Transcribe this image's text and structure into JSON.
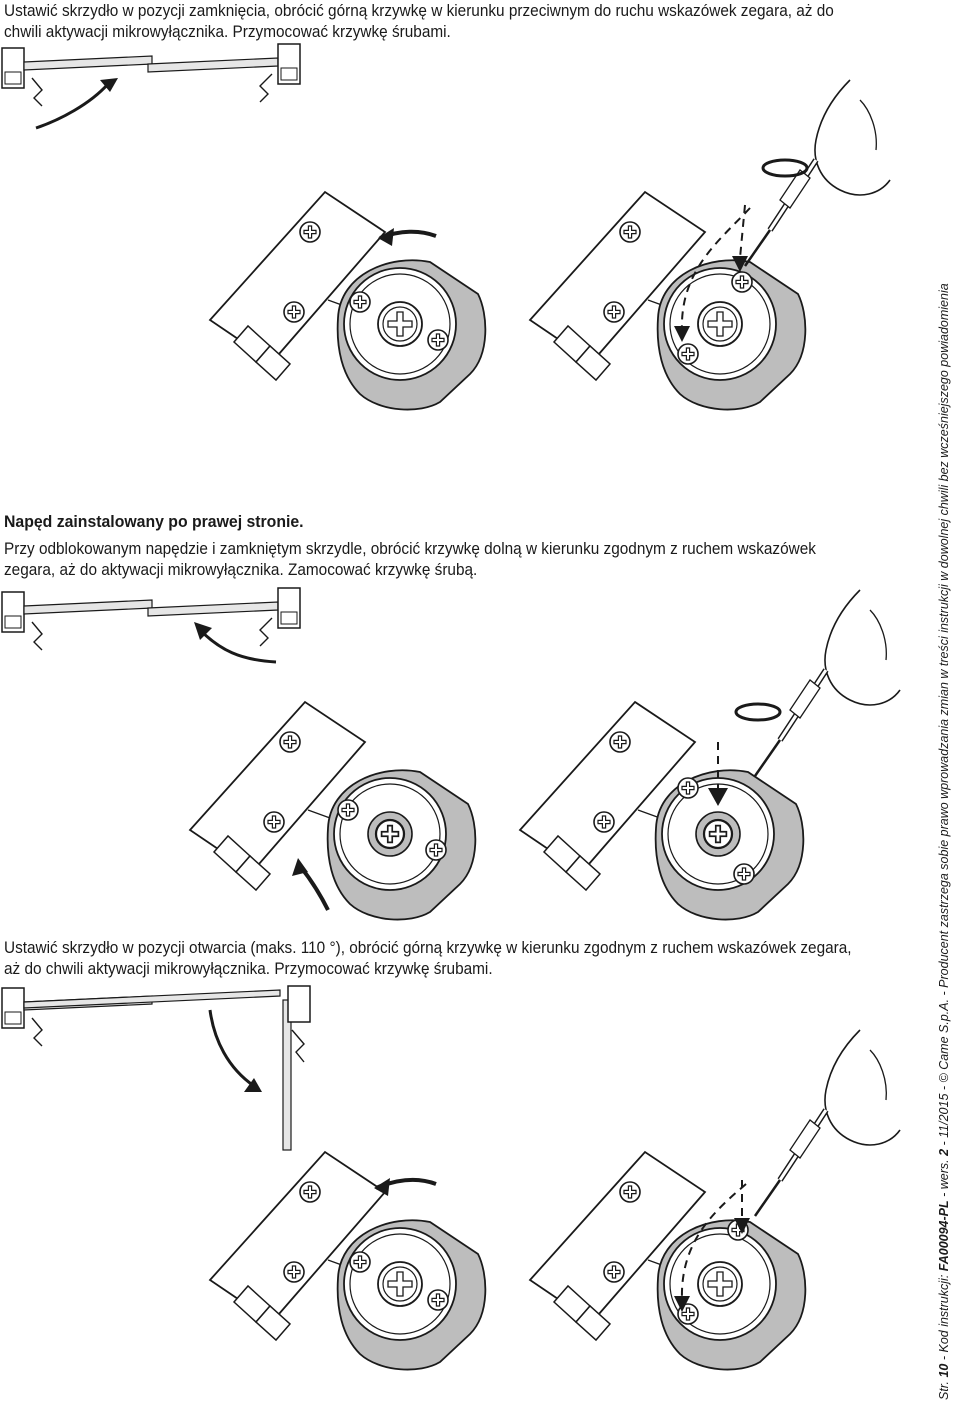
{
  "sections": [
    {
      "text": "Ustawić skrzydło w pozycji zamknięcia, obrócić górną krzywkę w kierunku przeciwnym do ruchu wskazówek zegara, aż do chwili aktywacji mikrowyłącznika. Przymocować krzywkę śrubami."
    },
    {
      "heading": "Napęd zainstalowany po prawej stronie.",
      "text": "Przy odblokowanym napędzie i zamkniętym skrzydle, obrócić krzywkę dolną w kierunku zgodnym z ruchem wskazówek zegara, aż do aktywacji mikrowyłącznika. Zamocować krzywkę śrubą."
    },
    {
      "text": "Ustawić skrzydło w pozycji otwarcia (maks. 110 °), obrócić górną krzywkę w kierunku zgodnym z ruchem wskazówek zegara, aż do chwili aktywacji mikrowyłącznika. Przymocować krzywkę śrubami."
    }
  ],
  "footer": {
    "page_prefix": "Str. ",
    "page_number": "10",
    "code_label": " - Kod instrukcji: ",
    "code": "FA00094-PL",
    "version_label": " - wers. ",
    "version": "2",
    "rest": " - 11/2015 - © Came S.p.A. - Producent zastrzega sobie prawo wprowadzania zmian w treści instrukcji w dowolnej chwili bez wcześniejszego powiadomienia"
  }
}
